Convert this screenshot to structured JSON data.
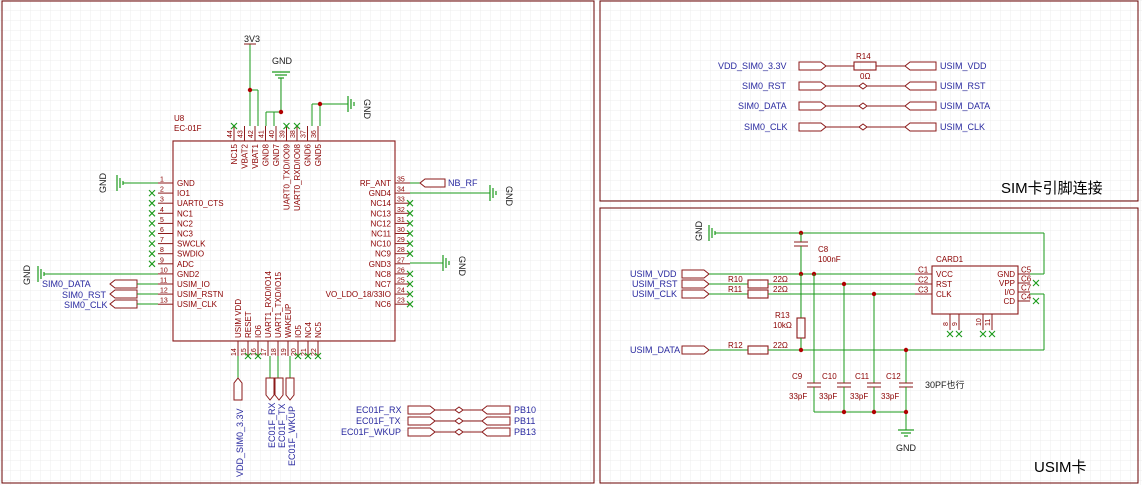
{
  "u8": {
    "designator": "U8",
    "part": "EC-01F",
    "left_pins": [
      {
        "num": "1",
        "name": "GND"
      },
      {
        "num": "2",
        "name": "IO1"
      },
      {
        "num": "3",
        "name": "UART0_CTS"
      },
      {
        "num": "4",
        "name": "NC1"
      },
      {
        "num": "5",
        "name": "NC2"
      },
      {
        "num": "6",
        "name": "NC3"
      },
      {
        "num": "7",
        "name": "SWCLK"
      },
      {
        "num": "8",
        "name": "SWDIO"
      },
      {
        "num": "9",
        "name": "ADC"
      },
      {
        "num": "10",
        "name": "GND2"
      },
      {
        "num": "11",
        "name": "USIM_IO"
      },
      {
        "num": "12",
        "name": "USIM_RSTN"
      },
      {
        "num": "13",
        "name": "USIM_CLK"
      }
    ],
    "right_pins": [
      {
        "num": "35",
        "name": "RF_ANT"
      },
      {
        "num": "34",
        "name": "GND4"
      },
      {
        "num": "33",
        "name": "NC14"
      },
      {
        "num": "32",
        "name": "NC13"
      },
      {
        "num": "31",
        "name": "NC12"
      },
      {
        "num": "30",
        "name": "NC11"
      },
      {
        "num": "29",
        "name": "NC10"
      },
      {
        "num": "28",
        "name": "NC9"
      },
      {
        "num": "27",
        "name": "GND3"
      },
      {
        "num": "26",
        "name": "NC8"
      },
      {
        "num": "25",
        "name": "NC7"
      },
      {
        "num": "24",
        "name": "VO_LDO_18/33IO"
      },
      {
        "num": "23",
        "name": "NC6"
      }
    ],
    "top_pins": [
      {
        "num": "44",
        "name": "NC15"
      },
      {
        "num": "43",
        "name": "VBAT2"
      },
      {
        "num": "42",
        "name": "VBAT1"
      },
      {
        "num": "41",
        "name": "GND8"
      },
      {
        "num": "40",
        "name": "GND7"
      },
      {
        "num": "39",
        "name": "UART0_TXD/IO09"
      },
      {
        "num": "38",
        "name": "UART0_RXD/IO08"
      },
      {
        "num": "37",
        "name": "GND6"
      },
      {
        "num": "36",
        "name": "GND5"
      }
    ],
    "bottom_pins": [
      {
        "num": "14",
        "name": "USIM VDD"
      },
      {
        "num": "15",
        "name": "RESET"
      },
      {
        "num": "16",
        "name": "IO6"
      },
      {
        "num": "17",
        "name": "UART1_RXD/IO14"
      },
      {
        "num": "18",
        "name": "UART1_TXD/IO15"
      },
      {
        "num": "19",
        "name": "WAKEUP"
      },
      {
        "num": "20",
        "name": "IO5"
      },
      {
        "num": "21",
        "name": "NC4"
      },
      {
        "num": "22",
        "name": "NC5"
      }
    ]
  },
  "nets": {
    "v3v3": "3V3",
    "gnd": "GND",
    "nb_rf": "NB_RF",
    "sim0_data": "SIM0_DATA",
    "sim0_rst": "SIM0_RST",
    "sim0_clk": "SIM0_CLK",
    "vdd_sim0": "VDD_SIM0_3.3V",
    "ec01f_rx": "EC01F_RX",
    "ec01f_tx": "EC01F_TX",
    "ec01f_wkup": "EC01F_WKUP",
    "pb10": "PB10",
    "pb11": "PB11",
    "pb13": "PB13",
    "usim_vdd": "USIM_VDD",
    "usim_rst": "USIM_RST",
    "usim_data": "USIM_DATA",
    "usim_clk": "USIM_CLK"
  },
  "sim_link": {
    "title": "SIM卡引脚连接",
    "r14": "R14",
    "r14_value": "0Ω"
  },
  "usim": {
    "title": "USIM卡",
    "card_designator": "CARD1",
    "card_left_pins": [
      {
        "num": "C1",
        "name": "VCC"
      },
      {
        "num": "C2",
        "name": "RST"
      },
      {
        "num": "C3",
        "name": "CLK"
      }
    ],
    "card_right_pins": [
      {
        "num": "C5",
        "name": "GND"
      },
      {
        "num": "C6",
        "name": "VPP"
      },
      {
        "num": "C7",
        "name": "I/O"
      },
      {
        "num": "C4",
        "name": "CD"
      }
    ],
    "card_bottom_pins": [
      "8",
      "9",
      "10",
      "11"
    ],
    "c8": "C8",
    "c8_value": "100nF",
    "r10": "R10",
    "r11": "R11",
    "r12": "R12",
    "r13": "R13",
    "r10_value": "22Ω",
    "r11_value": "22Ω",
    "r12_value": "22Ω",
    "r13_value": "10kΩ",
    "c9": "C9",
    "c10": "C10",
    "c11": "C11",
    "c12": "C12",
    "cap_value": "33pF",
    "cap_note": "30PF也行"
  }
}
